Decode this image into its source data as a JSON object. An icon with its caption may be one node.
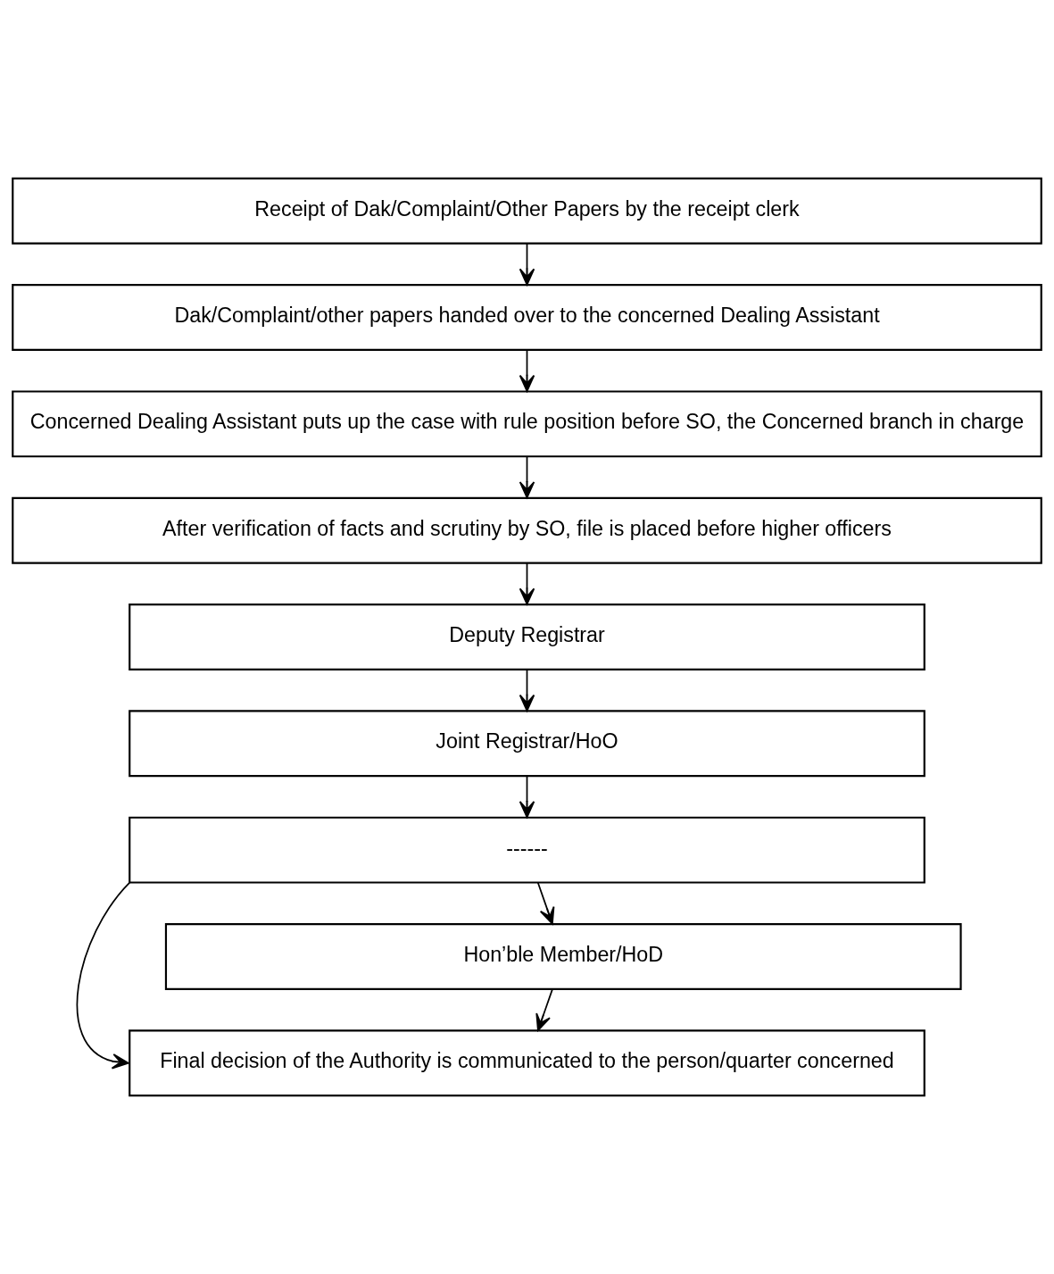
{
  "diagram": {
    "nodes": [
      {
        "text": [
          "Receipt of Dak/Complaint/Other Papers by the receipt clerk"
        ]
      },
      {
        "text": [
          "Dak/Complaint/other papers handed over to the concerned Dealing Assistant"
        ]
      },
      {
        "text": [
          "Concerned Dealing Assistant puts up the case with rule position before SO, the Concerned branch in charge"
        ]
      },
      {
        "text": [
          "After verification of facts and scrutiny by SO, file is placed before higher officers"
        ]
      },
      {
        "text": [
          "Deputy Registrar"
        ]
      },
      {
        "text": [
          "Joint Registrar/HoO"
        ]
      },
      {
        "text": [
          "------"
        ]
      },
      {
        "text": [
          "Hon’ble Member/HoD"
        ]
      },
      {
        "text": [
          "Final decision of the Authority is communicated to the person/quarter concerned"
        ]
      }
    ],
    "edges": [
      {
        "from": 0,
        "to": 1,
        "arrow": "to"
      },
      {
        "from": 1,
        "to": 2,
        "arrow": "to"
      },
      {
        "from": 2,
        "to": 3,
        "arrow": "to"
      },
      {
        "from": 3,
        "to": 4,
        "arrow": "to"
      },
      {
        "from": 4,
        "to": 5,
        "arrow": "to"
      },
      {
        "from": 5,
        "to": 6,
        "arrow": "to"
      },
      {
        "from": 6,
        "to": 7,
        "arrow": "to"
      },
      {
        "from": 7,
        "to": 8,
        "arrow": "to"
      },
      {
        "from": 6,
        "to": 8,
        "arrow": "to"
      }
    ]
  }
}
